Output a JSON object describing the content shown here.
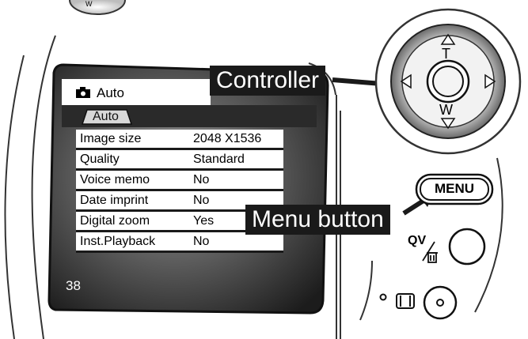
{
  "lcd": {
    "title": "Auto",
    "tab": "Auto",
    "rows": [
      {
        "label": "Image size",
        "value": "2048 X1536"
      },
      {
        "label": "Quality",
        "value": "Standard"
      },
      {
        "label": "Voice memo",
        "value": "No"
      },
      {
        "label": "Date imprint",
        "value": "No"
      },
      {
        "label": "Digital zoom",
        "value": "Yes"
      },
      {
        "label": "Inst.Playback",
        "value": "No"
      }
    ],
    "frame_count": "38"
  },
  "callouts": {
    "controller": "Controller",
    "menu_button": "Menu button"
  },
  "camera": {
    "controller_up_label": "T",
    "controller_down_label": "W",
    "dial_label": "W",
    "menu_button_label": "MENU",
    "qv_label": "QV"
  },
  "icons": {
    "camera_mode": "camera-icon",
    "trash": "trash-icon",
    "display": "display-mode-icon"
  }
}
